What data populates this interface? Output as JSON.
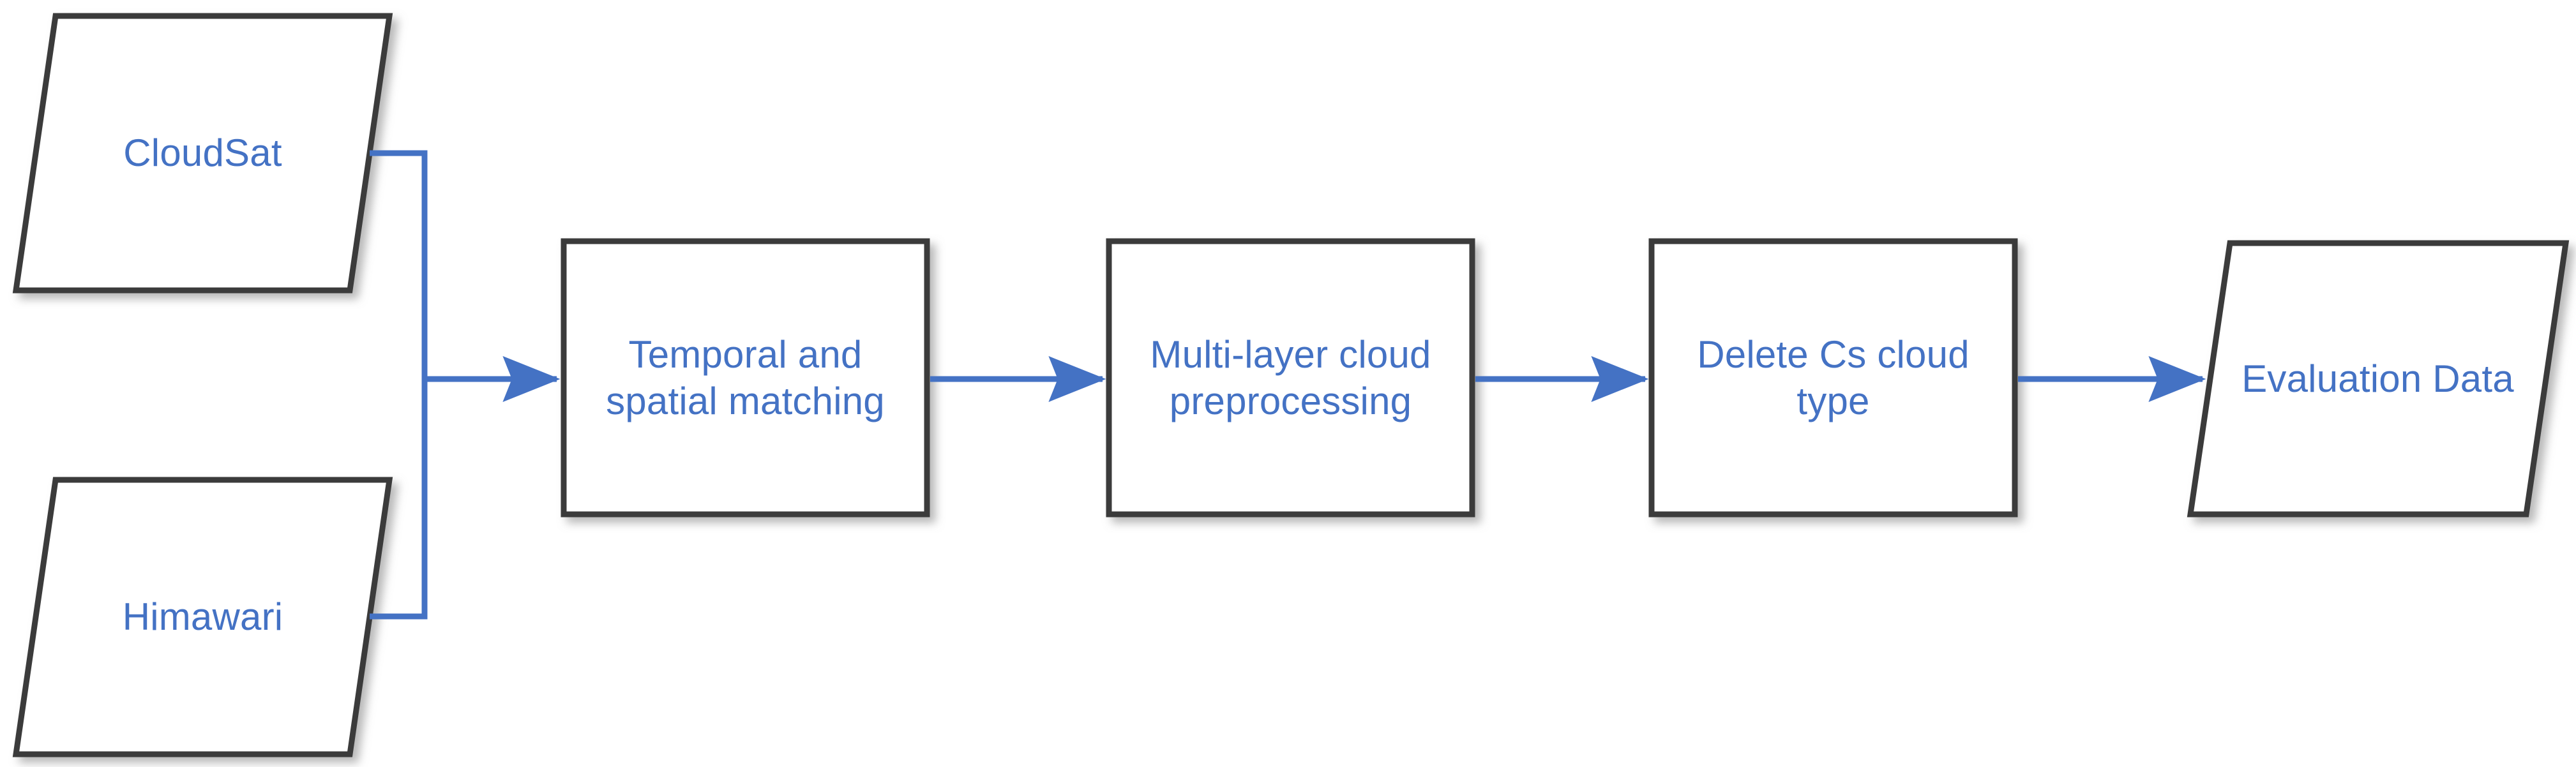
{
  "diagram": {
    "title": "Evaluation data preparation flowchart",
    "colors": {
      "text_blue": "#4472C4",
      "arrow_blue": "#4472C4",
      "shape_border": "#3B3B3B",
      "shape_fill": "#FFFFFF",
      "shadow": "#A6A6A6",
      "background": "#FFFFFF"
    },
    "nodes": [
      {
        "id": "cloudsat",
        "label": "CloudSat",
        "shape": "parallelogram"
      },
      {
        "id": "himawari",
        "label": "Himawari",
        "shape": "parallelogram"
      },
      {
        "id": "matching",
        "label": "Temporal and\nspatial matching",
        "shape": "rectangle"
      },
      {
        "id": "preprocessing",
        "label": "Multi-layer cloud\npreprocessing",
        "shape": "rectangle"
      },
      {
        "id": "delete-cs",
        "label": "Delete Cs cloud\ntype",
        "shape": "rectangle"
      },
      {
        "id": "evaluation",
        "label": "Evaluation Data",
        "shape": "parallelogram"
      }
    ],
    "edges": [
      {
        "from": "cloudsat",
        "to": "matching",
        "style": "elbow-merge",
        "arrowhead": true
      },
      {
        "from": "himawari",
        "to": "matching",
        "style": "elbow-merge",
        "arrowhead": true
      },
      {
        "from": "matching",
        "to": "preprocessing",
        "style": "straight",
        "arrowhead": true
      },
      {
        "from": "preprocessing",
        "to": "delete-cs",
        "style": "straight",
        "arrowhead": true
      },
      {
        "from": "delete-cs",
        "to": "evaluation",
        "style": "straight",
        "arrowhead": true
      }
    ]
  }
}
